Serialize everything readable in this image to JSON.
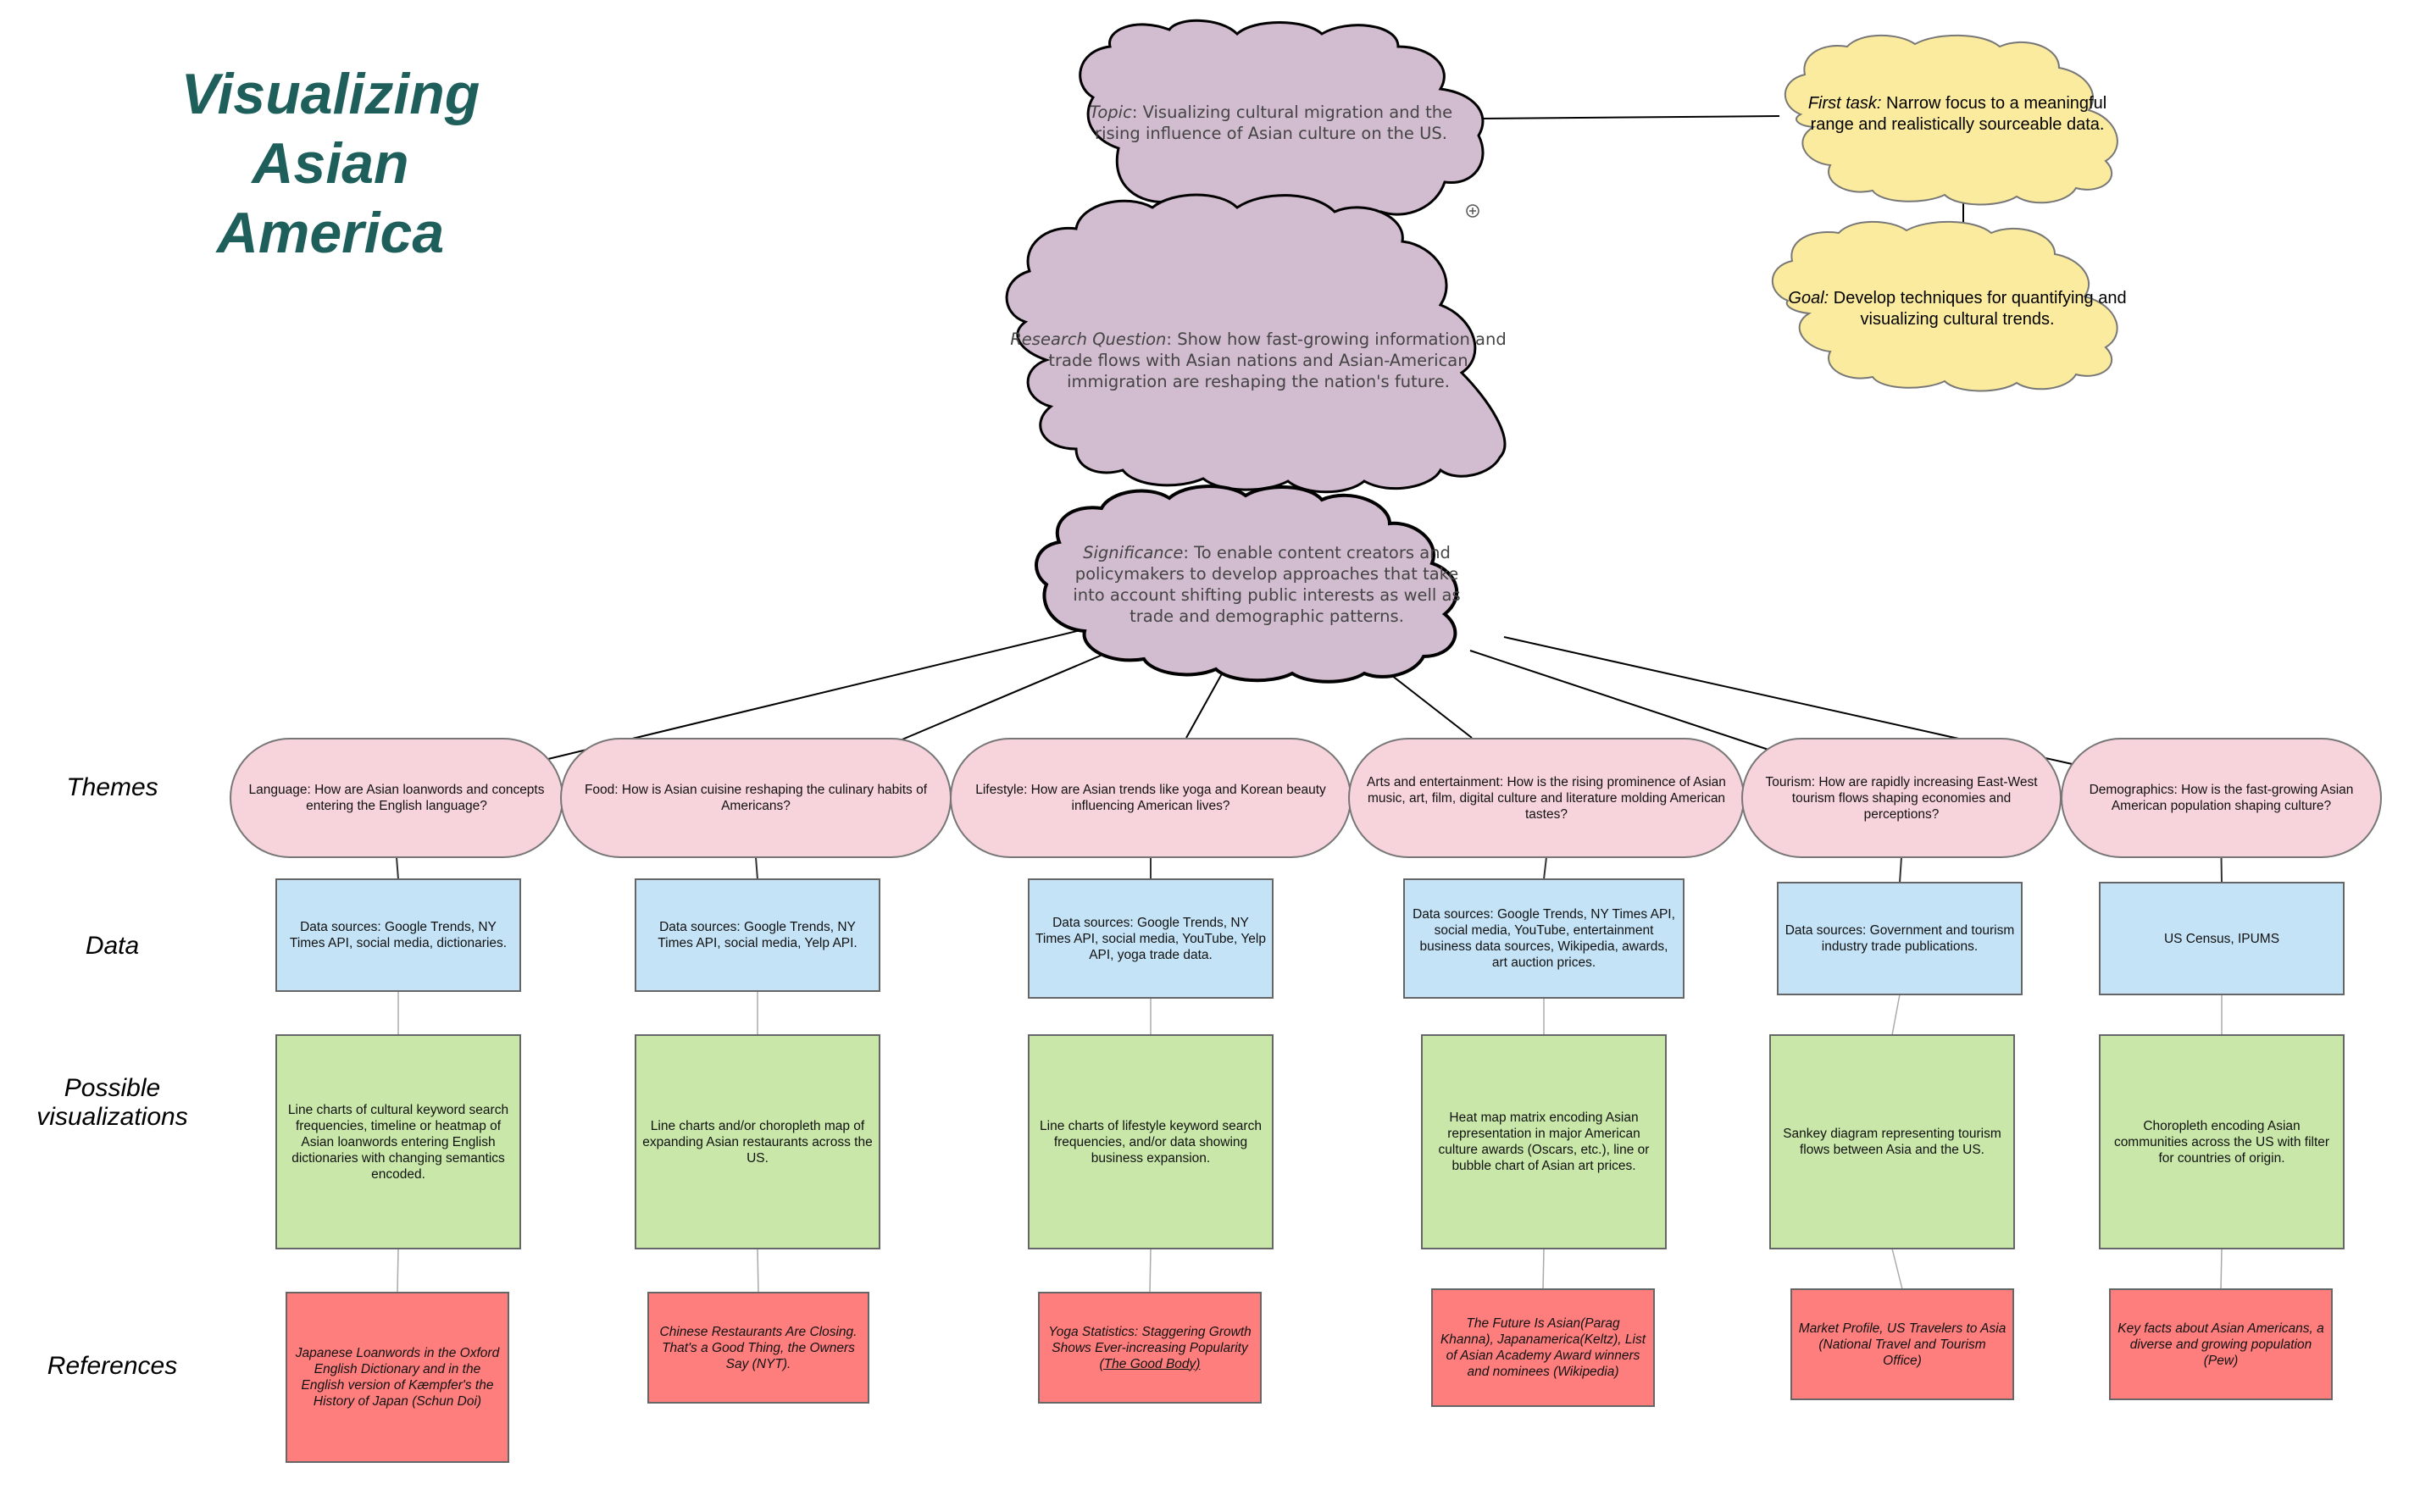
{
  "title": "Visualizing Asian America",
  "row_labels": {
    "themes": "Themes",
    "data": "Data",
    "possible_visualizations": "Possible visualizations",
    "references": "References"
  },
  "topic": {
    "label": "Topic",
    "text": ": Visualizing  cultural migration and the rising influence of Asian culture on the US."
  },
  "research_question": {
    "label": "Research Question",
    "text": ":  Show how fast-growing information  and trade flows with Asian nations and Asian-American immigration are reshaping the nation's future."
  },
  "significance": {
    "label": "Significance",
    "text": ": To enable content creators and policymakers to develop approaches that take into account shifting public interests as well as trade and demographic patterns."
  },
  "first_task": {
    "label": "First task:",
    "text": " Narrow focus to a meaningful range and realistically sourceable data."
  },
  "goal": {
    "label": "Goal:",
    "text": " Develop techniques for quantifying and visualizing cultural trends."
  },
  "columns": [
    {
      "theme": "Language: How are Asian loanwords and concepts entering the English language?",
      "data": "Data sources: Google Trends, NY Times API, social media, dictionaries.",
      "viz": "Line charts of  cultural keyword search frequencies, timeline or heatmap of Asian loanwords entering English dictionaries with changing semantics encoded.",
      "ref": "Japanese Loanwords in the Oxford English Dictionary and in the English version of Kæmpfer's the History of Japan (Schun Doi)",
      "ref_link": ""
    },
    {
      "theme": "Food: How is Asian cuisine reshaping the culinary habits of Americans?",
      "data": "Data sources: Google Trends, NY Times API, social media, Yelp API.",
      "viz": "Line charts and/or choropleth map of expanding Asian restaurants across the US.",
      "ref": "Chinese Restaurants Are Closing. That's a Good Thing, the Owners Say (NYT).",
      "ref_link": ""
    },
    {
      "theme": "Lifestyle: How are Asian trends like yoga and Korean beauty influencing American lives?",
      "data": "Data sources: Google Trends, NY Times API, social media, YouTube, Yelp API, yoga trade data.",
      "viz": "Line charts of  lifestyle keyword search frequencies, and/or data showing business expansion.",
      "ref": "Yoga Statistics: Staggering Growth Shows Ever-increasing Popularity",
      "ref_link": "(The Good Body)"
    },
    {
      "theme": "Arts and entertainment: How is the rising prominence of Asian music, art, film, digital culture and literature molding American tastes?",
      "data": "Data sources: Google Trends, NY Times API, social media, YouTube, entertainment business data sources, Wikipedia, awards, art auction prices.",
      "viz": "Heat map matrix encoding Asian representation in major American culture awards (Oscars, etc.), line or bubble chart of Asian art prices.",
      "ref": "The Future Is Asian(Parag Khanna), Japanamerica(Keltz), List of Asian Academy Award winners and nominees (Wikipedia)",
      "ref_link": ""
    },
    {
      "theme": "Tourism: How are rapidly increasing East-West tourism flows shaping economies and perceptions?",
      "data": "Data sources: Government and tourism industry trade publications.",
      "viz": "Sankey diagram representing tourism flows between Asia and the US.",
      "ref": "Market Profile, US Travelers to Asia (National Travel and Tourism Office)",
      "ref_link": ""
    },
    {
      "theme": "Demographics: How is the fast-growing Asian American population shaping culture?",
      "data": "US Census, IPUMS",
      "viz": "Choropleth encoding Asian communities across the US with filter for countries of origin.",
      "ref": "Key facts about Asian Americans, a diverse and growing population (Pew)",
      "ref_link": ""
    }
  ],
  "colors": {
    "title": "#1f5f5b",
    "cloud_purple": "#d2bccf",
    "cloud_yellow": "#fbeb9e",
    "theme_pink": "#f7d4dc",
    "data_blue": "#c5e3f6",
    "viz_green": "#c8e7a9",
    "ref_red": "#fe7e7e"
  },
  "icons": {
    "add_node": "plus-circle-icon"
  }
}
